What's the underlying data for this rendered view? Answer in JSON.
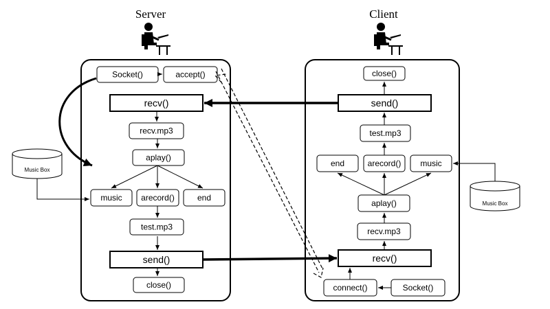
{
  "server": {
    "title": "Server",
    "socket": "Socket()",
    "accept": "accept()",
    "recv": "recv()",
    "recv_mp3": "recv.mp3",
    "aplay": "aplay()",
    "music": "music",
    "arecord": "arecord()",
    "end": "end",
    "test_mp3": "test.mp3",
    "send": "send()",
    "close": "close()",
    "music_box": "Music Box"
  },
  "client": {
    "title": "Client",
    "close": "close()",
    "send": "send()",
    "test_mp3": "test.mp3",
    "end": "end",
    "arecord": "arecord()",
    "music": "music",
    "aplay": "aplay()",
    "recv_mp3": "recv.mp3",
    "recv": "recv()",
    "connect": "connect()",
    "socket": "Socket()",
    "music_box": "Music Box"
  },
  "icons": {
    "server_user": "user-at-computer-icon",
    "client_user": "user-at-computer-icon",
    "database": "cylinder-database-icon"
  },
  "colors": {
    "line": "#000000",
    "background": "#ffffff"
  }
}
